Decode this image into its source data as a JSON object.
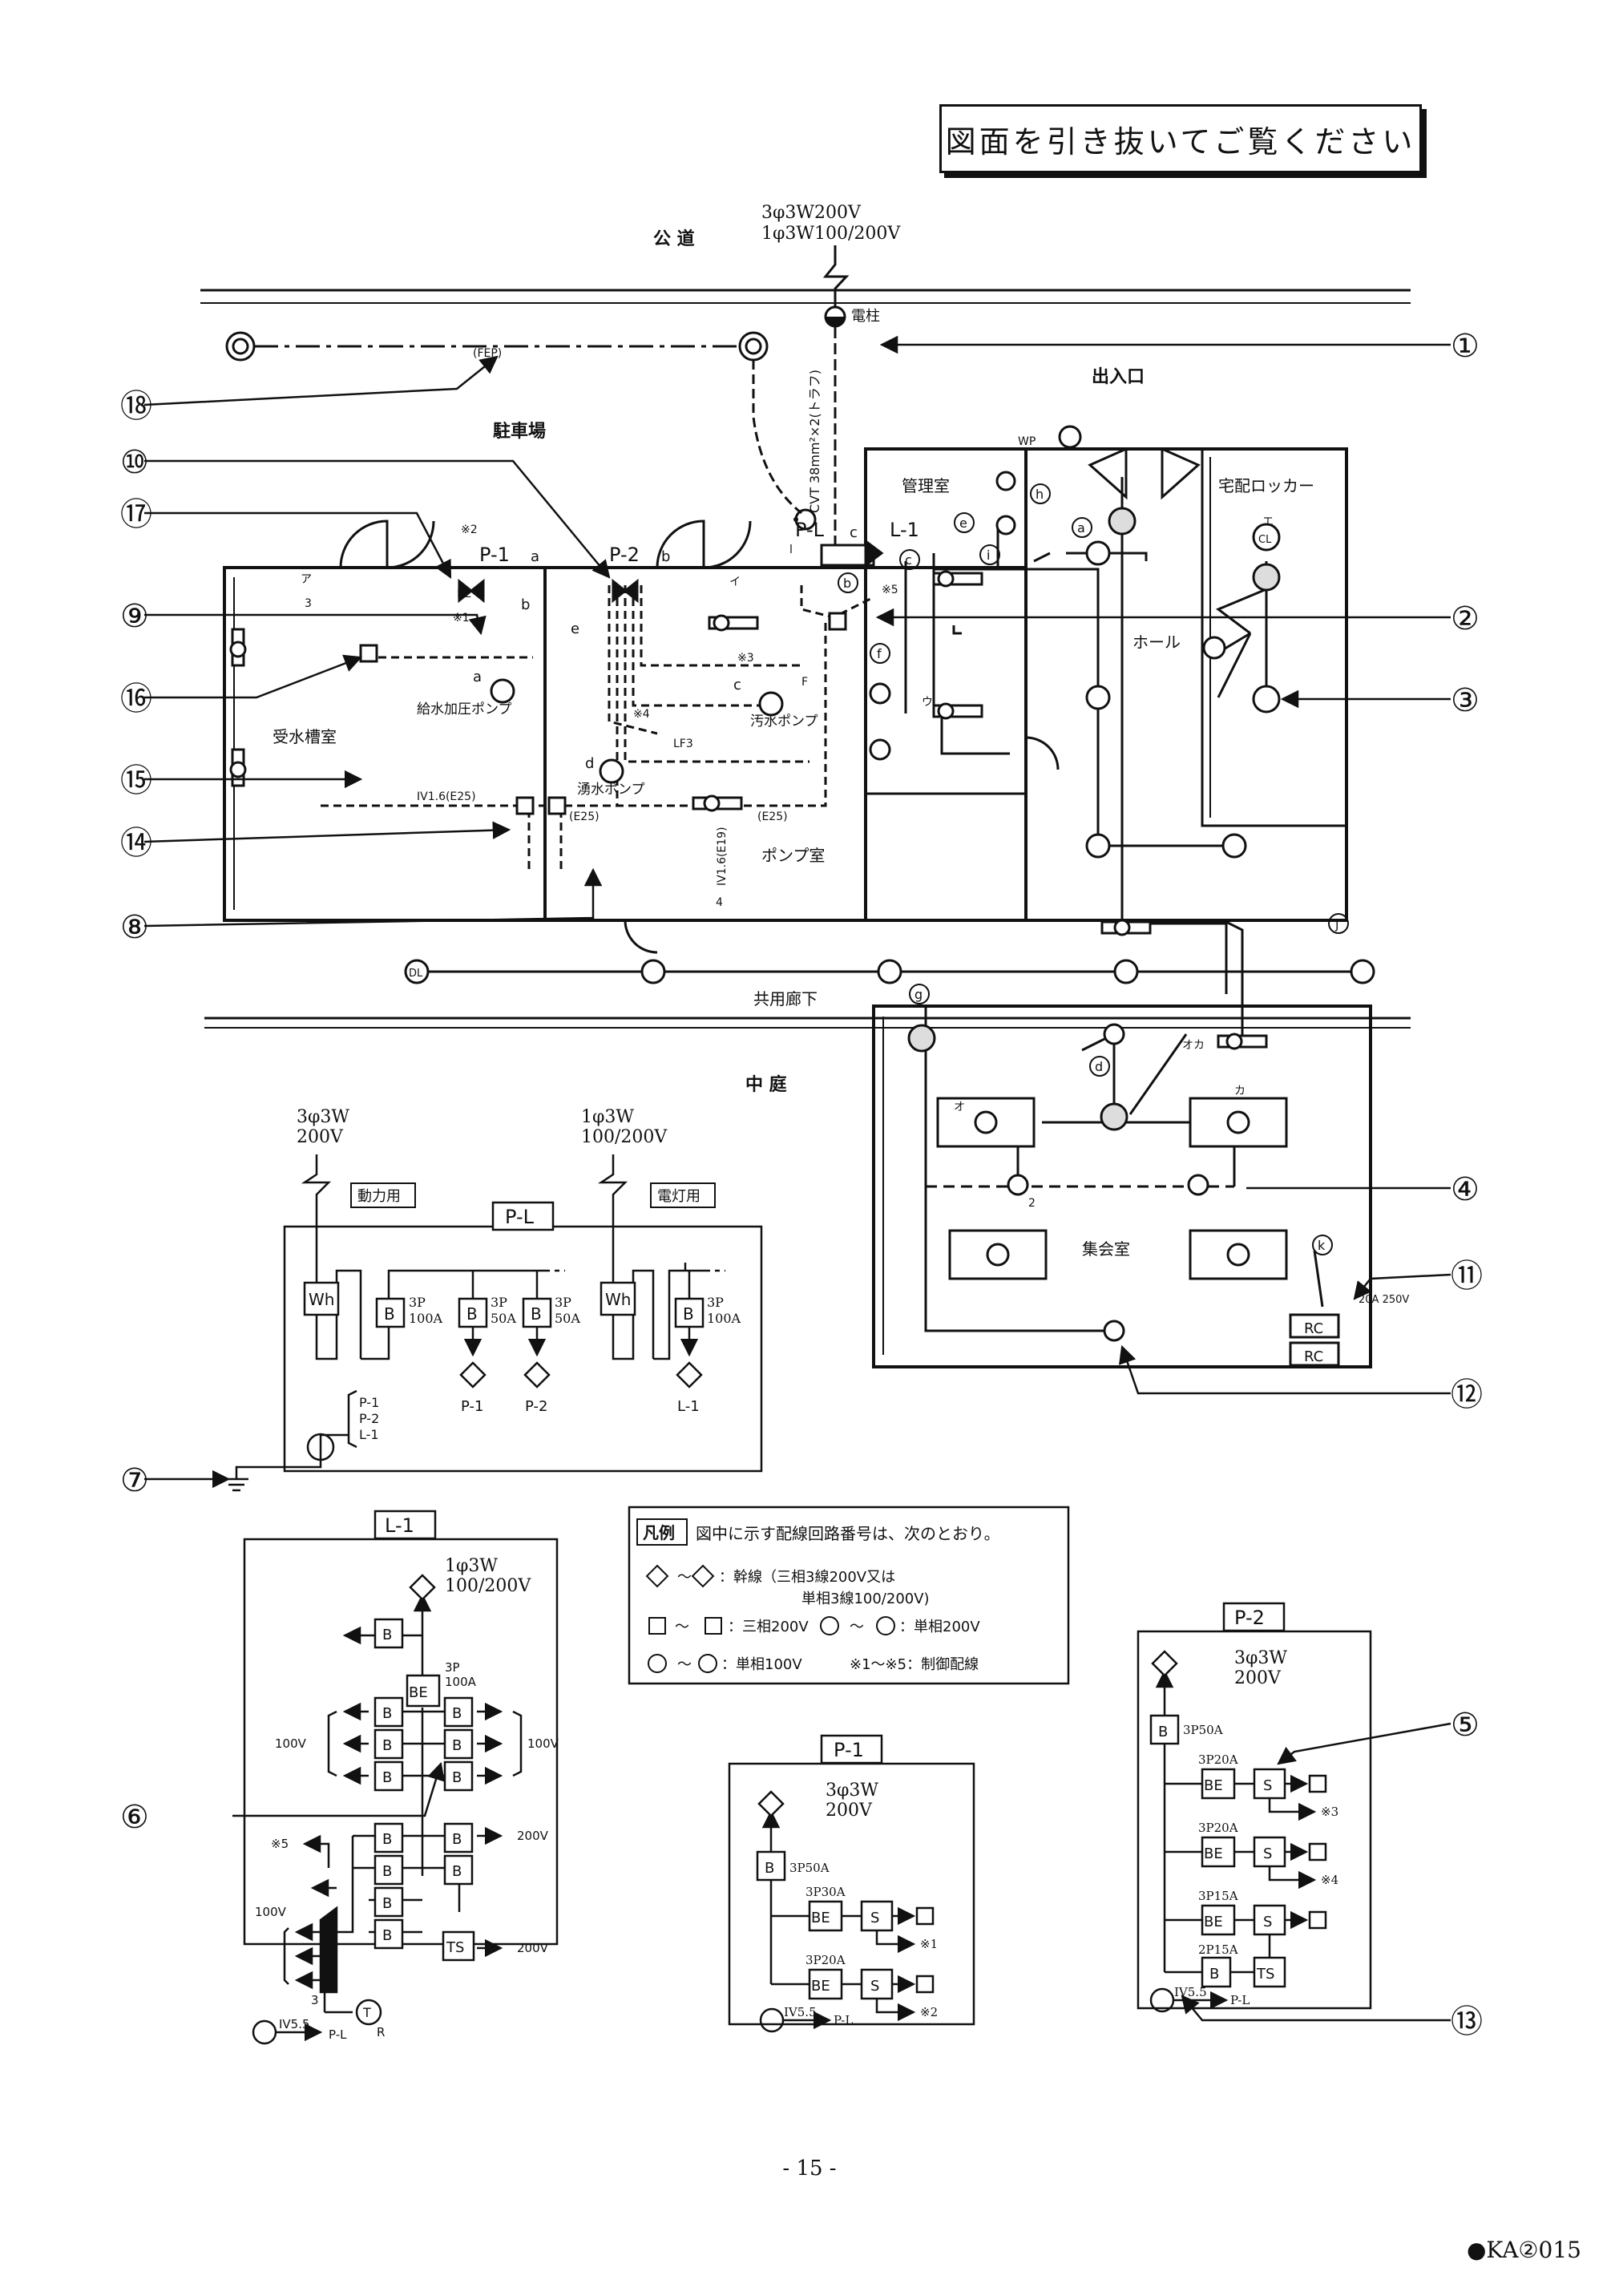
{
  "header": {
    "notice": "図面を引き抜いてご覧ください"
  },
  "supply": {
    "line1": "3φ3W200V",
    "line2": "1φ3W100/200V",
    "road": "公 道",
    "pole": "電柱",
    "cable": "CVT 38mm²×2(トラフ)",
    "fep": "(FEP)"
  },
  "rooms": {
    "parking": "駐車場",
    "entrance": "出入口",
    "kanri": "管理室",
    "locker": "宅配ロッカー",
    "hall": "ホール",
    "tank": "受水槽室",
    "pump": "ポンプ室",
    "corridor": "共用廊下",
    "court": "中 庭",
    "assembly": "集会室"
  },
  "plan_labels": {
    "pl": "P-L",
    "l1": "L-1",
    "p1": "P-1",
    "p2": "P-2",
    "c_a": "a",
    "c_b": "b",
    "c_c": "c",
    "c_d": "d",
    "c_e": "e",
    "c_ea": "a",
    "c_eb": "b",
    "c_ec": "c",
    "pump_a": "給水加圧ポンプ",
    "pump_c": "汚水ポンプ",
    "pump_d": "湧水ポンプ",
    "iv16e25": "IV1.6(E25)",
    "e25a": "(E25)",
    "e25b": "(E25)",
    "iv16e19": "IV1.6(E19)",
    "lf3": "LF3",
    "f": "F",
    "bl": "BL",
    "wp": "WP",
    "n1": "※1",
    "n2": "※2",
    "n3": "※3",
    "n4": "※4",
    "n5": "※5",
    "rc1": "RC",
    "rc2": "RC",
    "sock20a": "20A 250V",
    "a_lbl": "ア",
    "i_lbl": "イ",
    "u_lbl": "ウ",
    "e_lbl": "エ",
    "o_lbl": "オ",
    "ka_lbl": "カ",
    "oka_lbl": "オカ",
    "three": "3",
    "four": "4",
    "two": "2",
    "dl": "DL",
    "cl": "CL",
    "s_a": "a",
    "s_b": "b",
    "s_c": "c",
    "s_d": "d",
    "s_e": "e",
    "s_f": "f",
    "s_g": "g",
    "s_h": "h",
    "s_i": "i",
    "s_j": "j",
    "s_k": "k",
    "s_l": "l"
  },
  "callouts": [
    "①",
    "②",
    "③",
    "④",
    "⑤",
    "⑥",
    "⑦",
    "⑧",
    "⑨",
    "⑩",
    "⑪",
    "⑫",
    "⑬",
    "⑭",
    "⑮",
    "⑯",
    "⑰",
    "⑱"
  ],
  "pl_panel": {
    "title": "P-L",
    "power_src": "3φ3W",
    "power_v": "200V",
    "light_src": "1φ3W",
    "light_v": "100/200V",
    "power_use": "動力用",
    "light_use": "電灯用",
    "wh": "Wh",
    "b1": "3P",
    "b1a": "100A",
    "b2": "3P",
    "b2a": "50A",
    "b3": "3P",
    "b3a": "50A",
    "b4": "3P",
    "b4a": "100A",
    "out_a": "P-1",
    "out_b": "P-2",
    "out_c": "L-1",
    "gnd1": "P-1",
    "gnd2": "P-2",
    "gnd3": "L-1",
    "bx": "B"
  },
  "l1_panel": {
    "title": "L-1",
    "src": "1φ3W",
    "src_v": "100/200V",
    "main": "3P",
    "main_a": "100A",
    "be": "BE",
    "bx": "B",
    "v100l": "100V",
    "v100r": "100V",
    "v200a": "200V",
    "v200b": "200V",
    "n5": "※5",
    "v100h": "100V",
    "ts": "TS",
    "t": "T",
    "r": "R",
    "n3": "3",
    "iv": "IV5.5",
    "to": "P-L"
  },
  "legend": {
    "title": "凡例",
    "intro": "図中に示す配線回路番号は、次のとおり。",
    "row1a": "～",
    "row1b": "：幹線（三相3線200V又は",
    "row1c": "単相3線100/200V)",
    "row2a": "～",
    "row2b": "：三相200V",
    "row2c": "～",
    "row2d": "：単相200V",
    "row3a": "～",
    "row3b": "：単相100V",
    "row3c": "※1～※5：制御配線"
  },
  "p1_panel": {
    "title": "P-1",
    "src": "3φ3W",
    "src_v": "200V",
    "main": "3P50A",
    "br1": "3P30A",
    "br2": "3P20A",
    "be": "BE",
    "s": "S",
    "bx": "B",
    "n1": "※1",
    "n2": "※2",
    "iv": "IV5.5",
    "to": "P-L"
  },
  "p2_panel": {
    "title": "P-2",
    "src": "3φ3W",
    "src_v": "200V",
    "main": "3P50A",
    "br1": "3P20A",
    "br2": "3P20A",
    "br3": "3P15A",
    "br4": "2P15A",
    "be": "BE",
    "s": "S",
    "bx": "B",
    "ts": "TS",
    "n3": "※3",
    "n4": "※4",
    "iv": "IV5.5",
    "to": "P-L"
  },
  "footer": {
    "page": "- 15 -",
    "code": "●KA②015"
  }
}
